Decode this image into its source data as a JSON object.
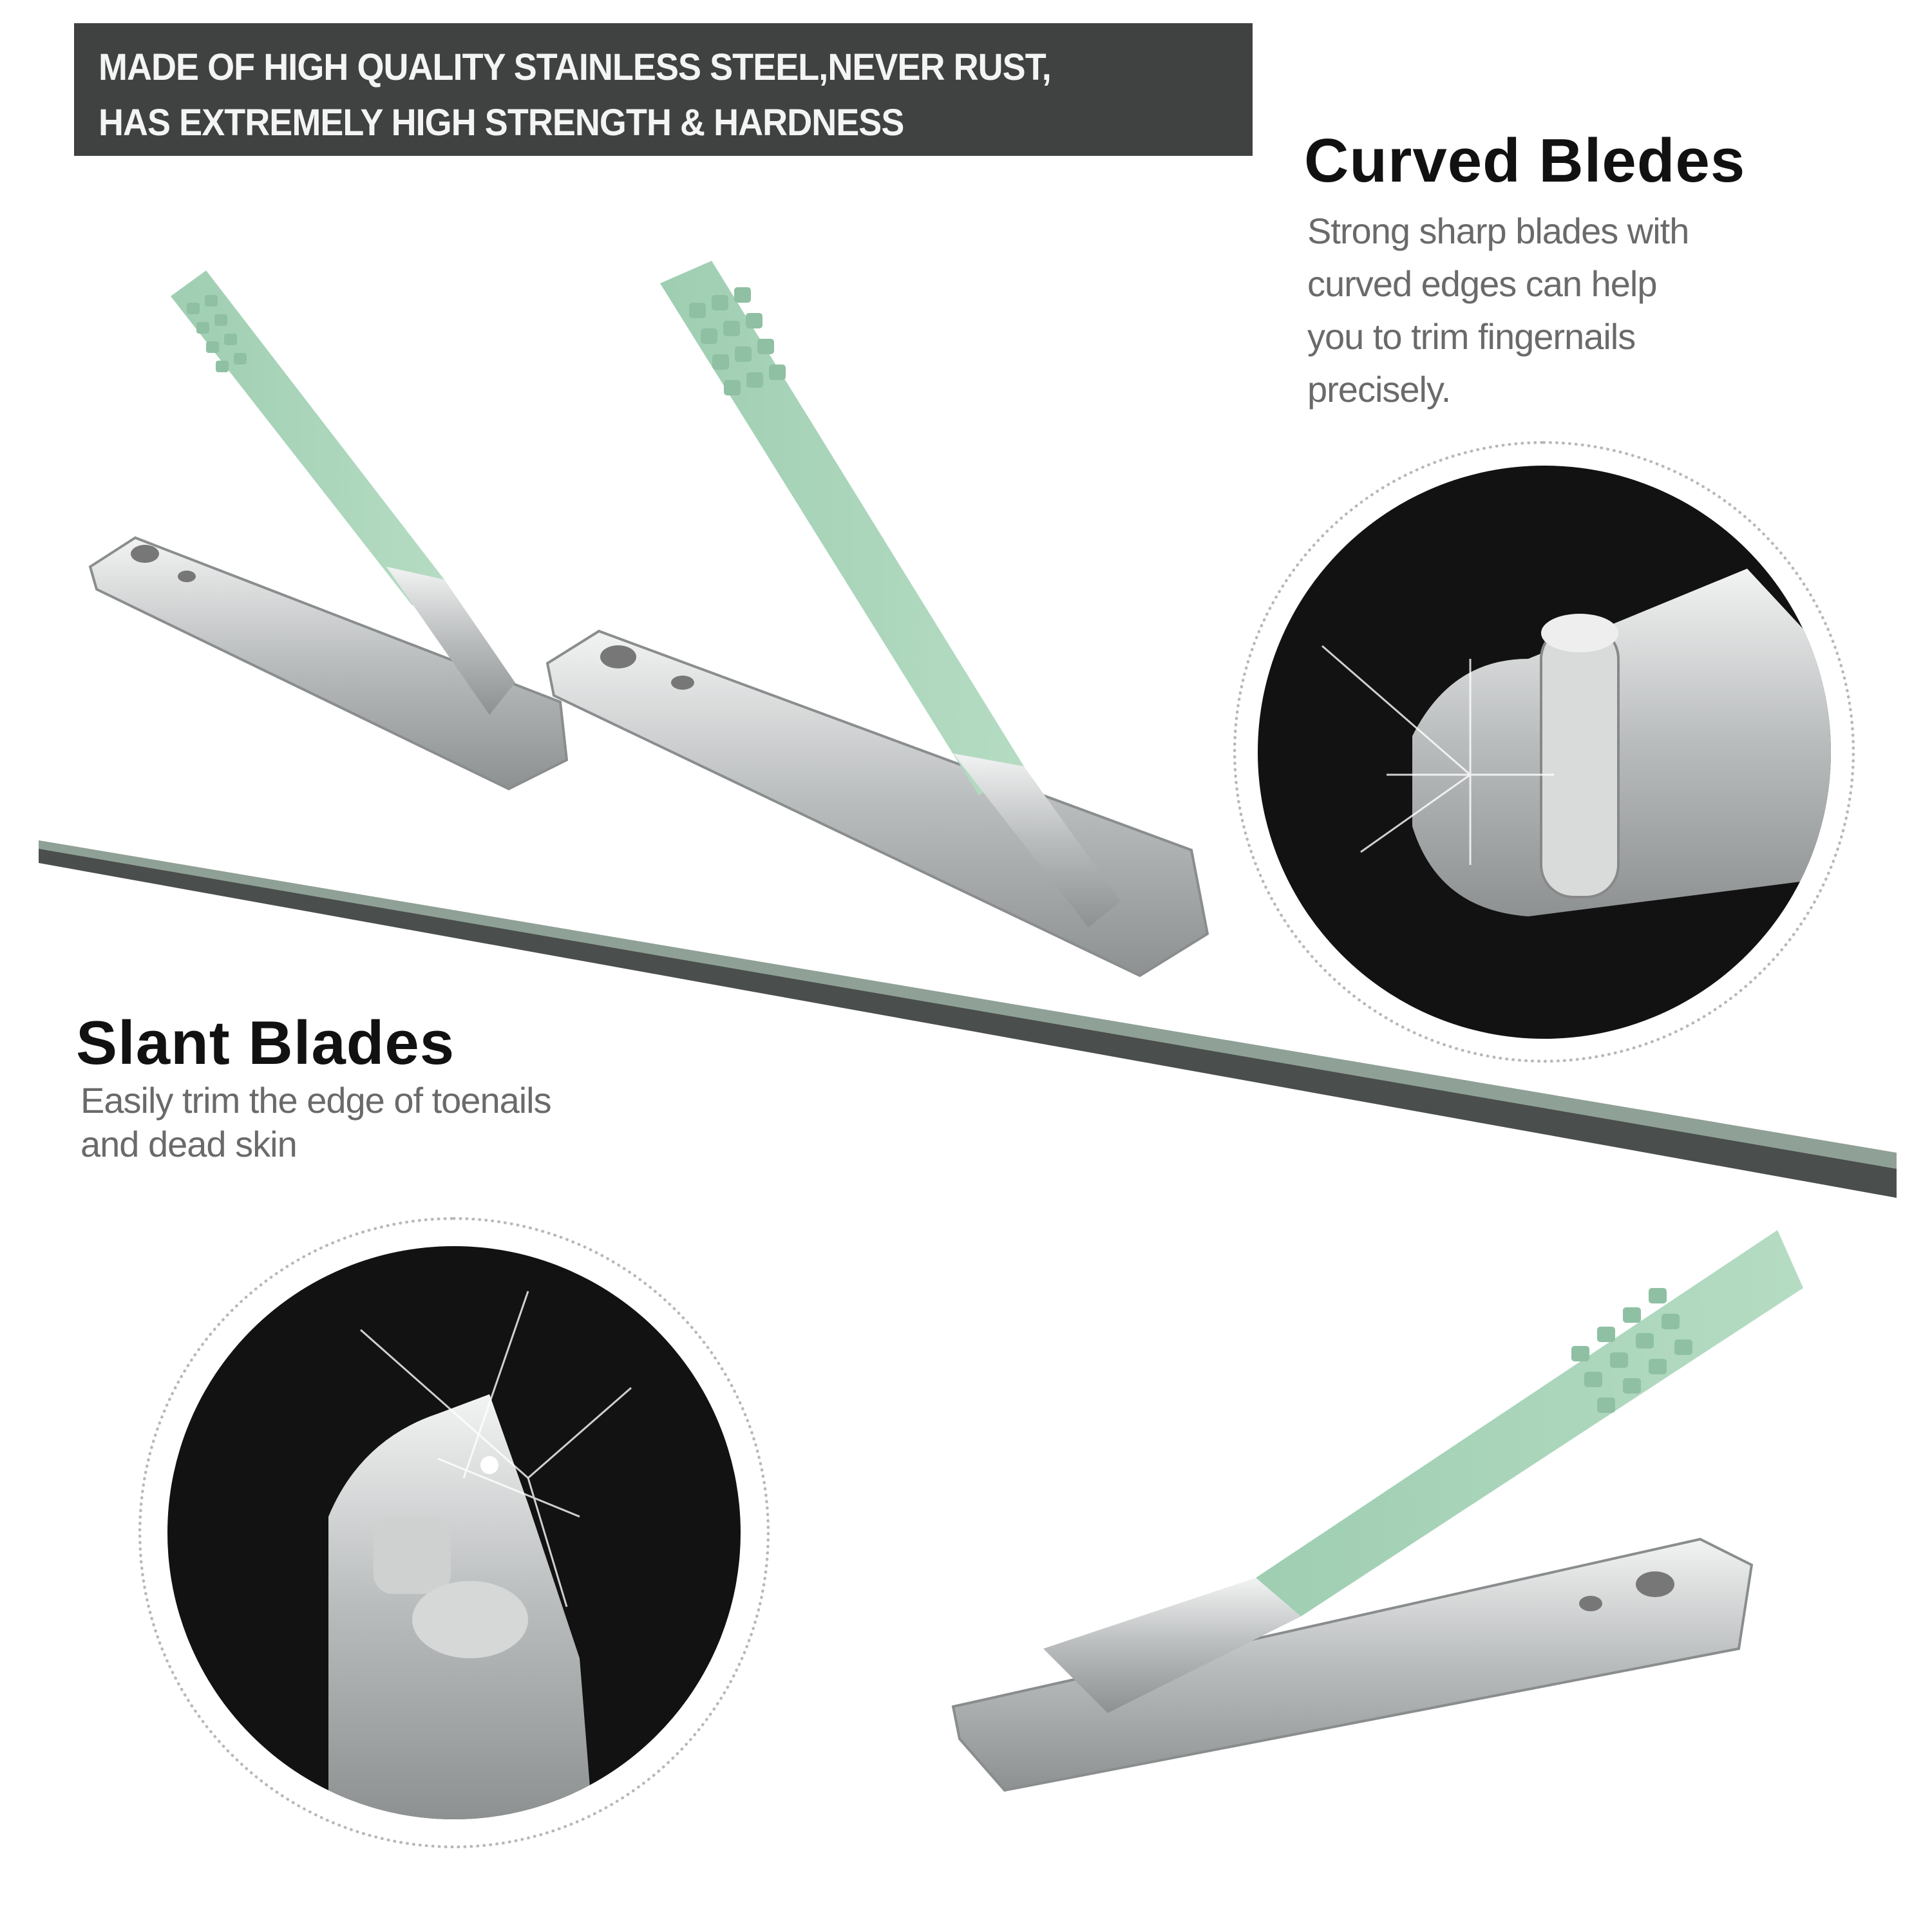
{
  "banner": {
    "line1": "MADE OF HIGH QUALITY STAINLESS STEEL,NEVER RUST,",
    "line2": "HAS EXTREMELY HIGH STRENGTH & HARDNESS"
  },
  "curved": {
    "title": "Curved Bledes",
    "lines": [
      "Strong sharp blades with",
      "curved edges can help",
      "you to trim fingernails",
      "precisely."
    ]
  },
  "slant": {
    "title": "Slant Blades",
    "lines": [
      "Easily trim the edge of toenails",
      "and dead skin"
    ]
  },
  "colors": {
    "banner_bg": "#3f4241",
    "handle_green": "#a8d4b8",
    "steel": "#c9cccd",
    "circle_bg": "#121212",
    "divider": "#555a57"
  },
  "images": [
    {
      "name": "small-clipper-curved"
    },
    {
      "name": "large-clipper-curved"
    },
    {
      "name": "curved-blade-closeup"
    },
    {
      "name": "slant-blade-closeup"
    },
    {
      "name": "slant-clipper"
    }
  ]
}
